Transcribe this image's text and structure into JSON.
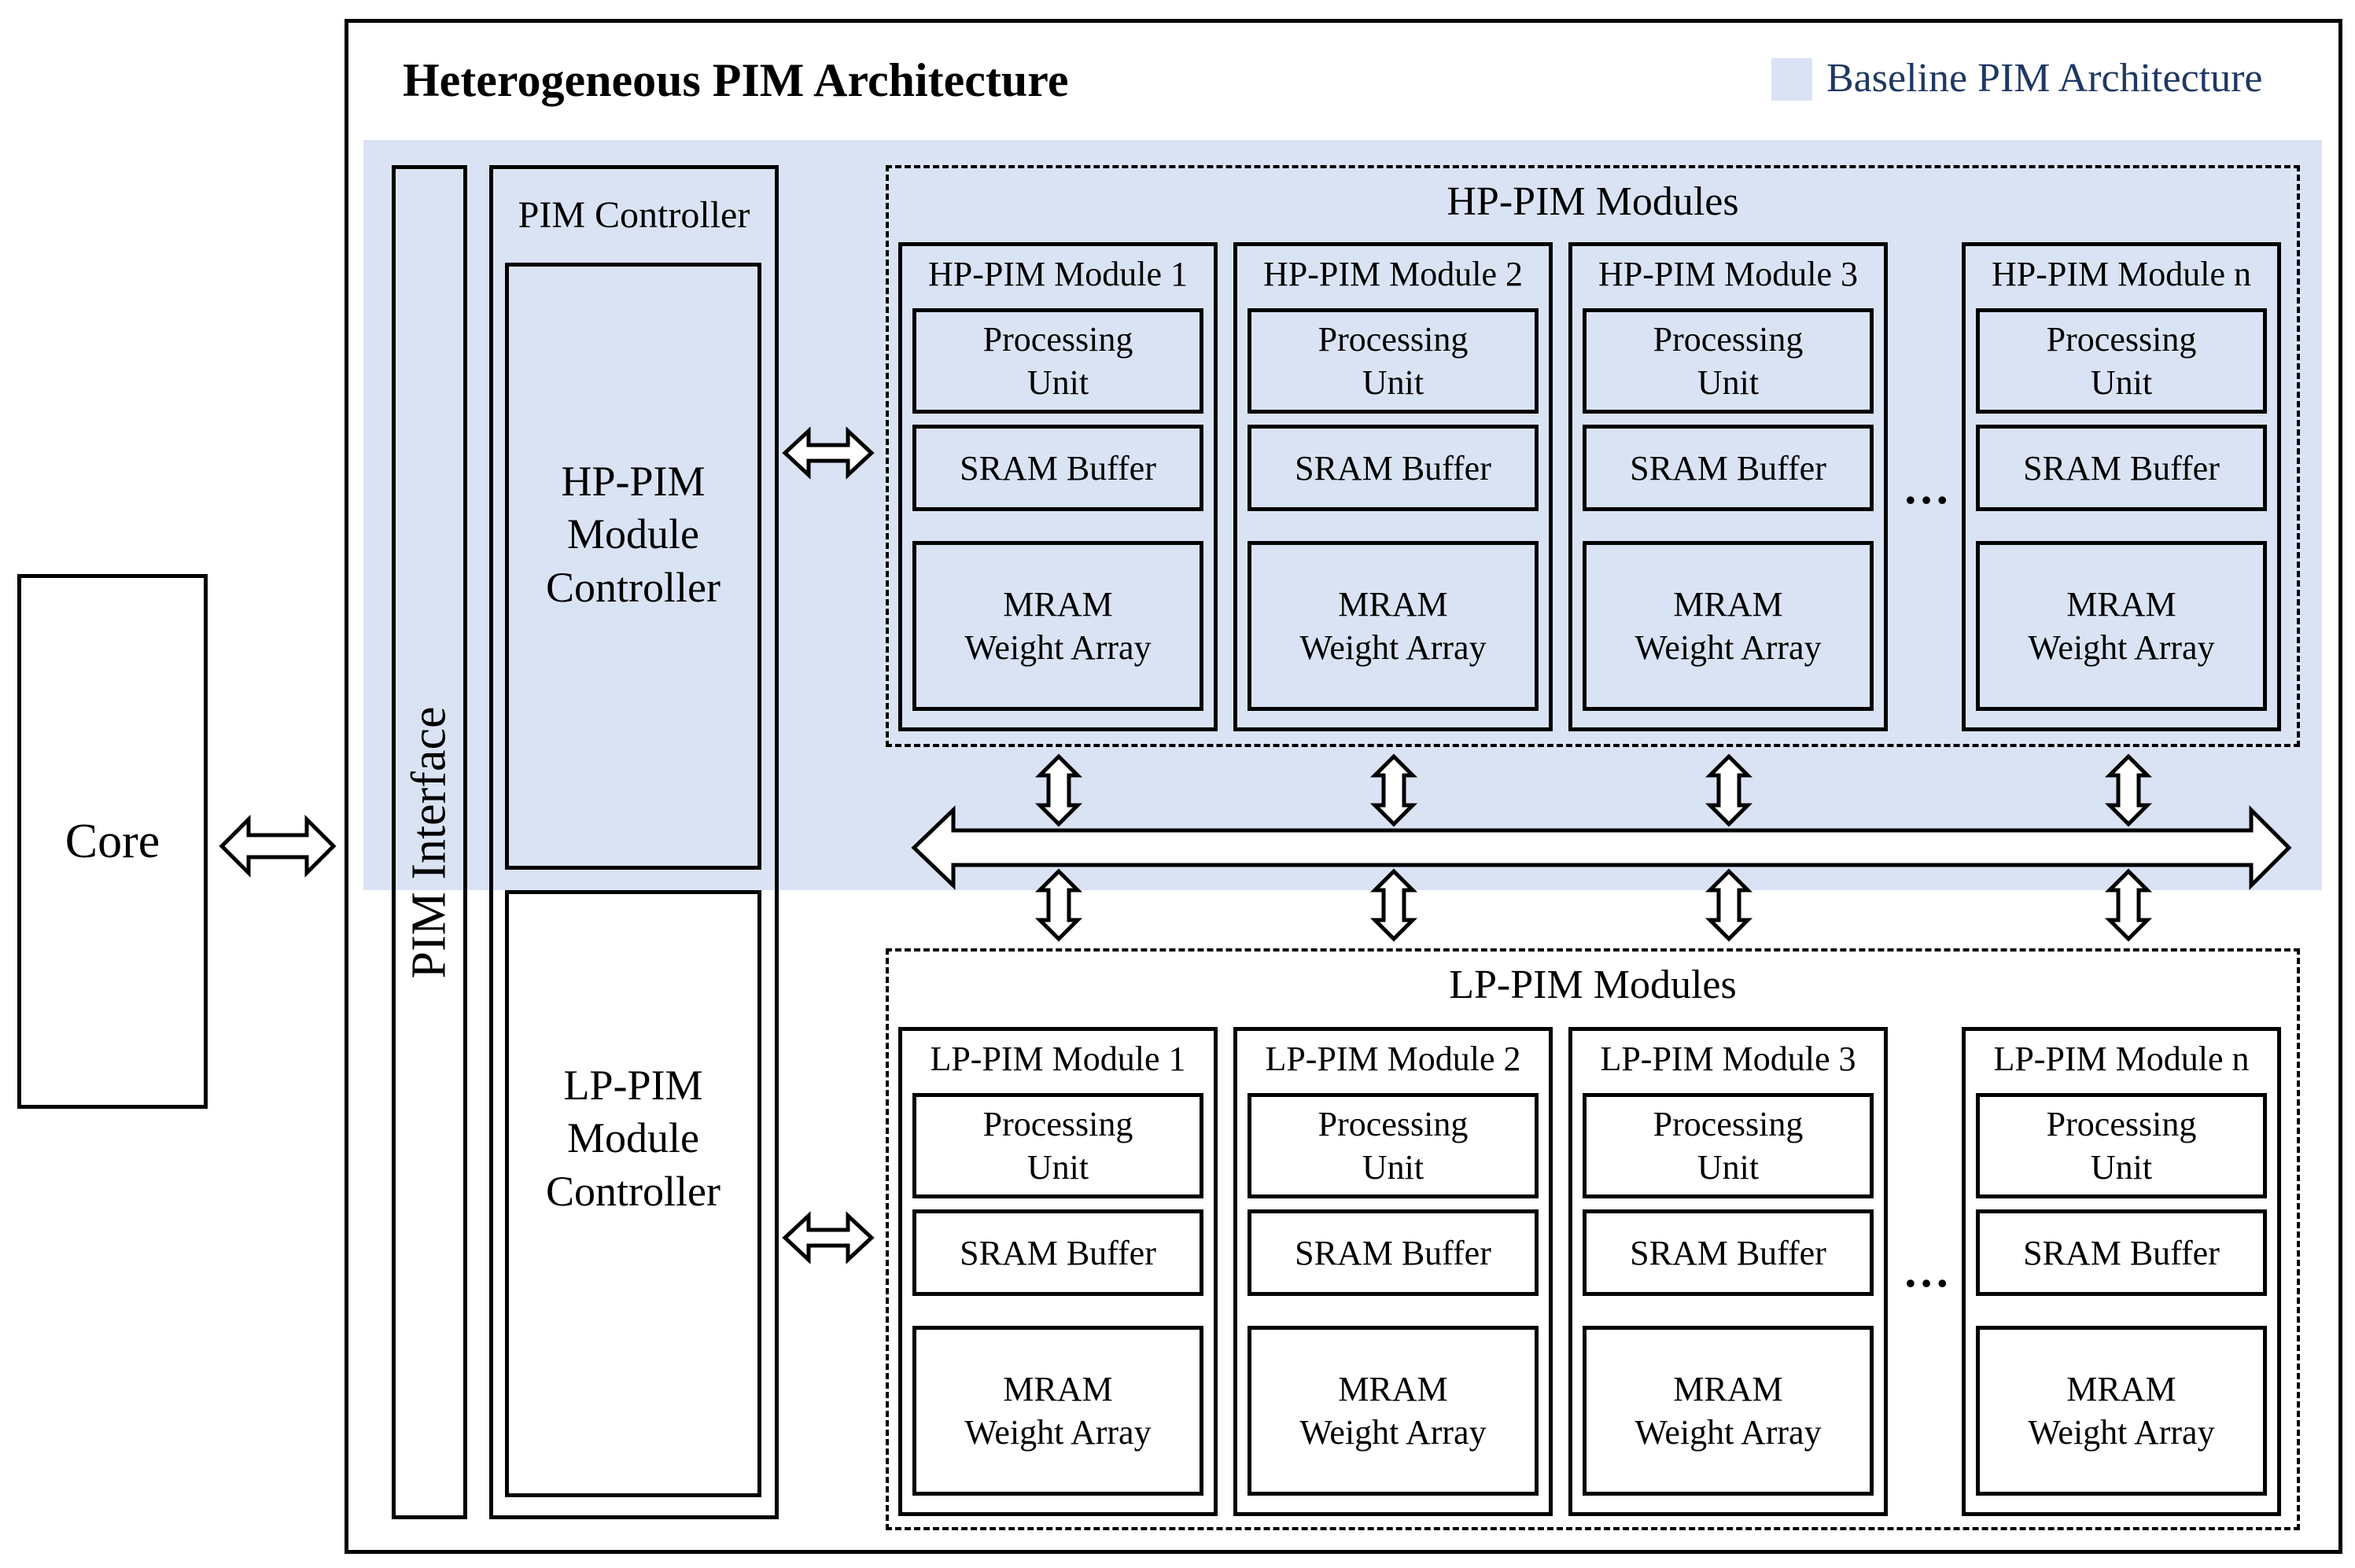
{
  "title": "Heterogeneous PIM Architecture",
  "legend": {
    "label": "Baseline PIM Architecture",
    "color": "#dae3f3"
  },
  "core": {
    "label": "Core"
  },
  "pim_interface": {
    "label": "PIM Interface"
  },
  "pim_controller": {
    "label": "PIM Controller",
    "hp_controller": "HP-PIM\nModule\nController",
    "lp_controller": "LP-PIM\nModule\nController"
  },
  "hp_group": {
    "title": "HP-PIM Modules",
    "modules": [
      {
        "title": "HP-PIM Module 1",
        "pu": "Processing\nUnit",
        "sram": "SRAM Buffer",
        "mram": "MRAM\nWeight Array"
      },
      {
        "title": "HP-PIM Module 2",
        "pu": "Processing\nUnit",
        "sram": "SRAM Buffer",
        "mram": "MRAM\nWeight Array"
      },
      {
        "title": "HP-PIM Module 3",
        "pu": "Processing\nUnit",
        "sram": "SRAM Buffer",
        "mram": "MRAM\nWeight Array"
      },
      {
        "title": "HP-PIM Module n",
        "pu": "Processing\nUnit",
        "sram": "SRAM Buffer",
        "mram": "MRAM\nWeight Array"
      }
    ],
    "ellipsis": "…"
  },
  "lp_group": {
    "title": "LP-PIM Modules",
    "modules": [
      {
        "title": "LP-PIM Module 1",
        "pu": "Processing\nUnit",
        "sram": "SRAM Buffer",
        "mram": "MRAM\nWeight Array"
      },
      {
        "title": "LP-PIM Module 2",
        "pu": "Processing\nUnit",
        "sram": "SRAM Buffer",
        "mram": "MRAM\nWeight Array"
      },
      {
        "title": "LP-PIM Module 3",
        "pu": "Processing\nUnit",
        "sram": "SRAM Buffer",
        "mram": "MRAM\nWeight Array"
      },
      {
        "title": "LP-PIM Module n",
        "pu": "Processing\nUnit",
        "sram": "SRAM Buffer",
        "mram": "MRAM\nWeight Array"
      }
    ],
    "ellipsis": "…"
  }
}
